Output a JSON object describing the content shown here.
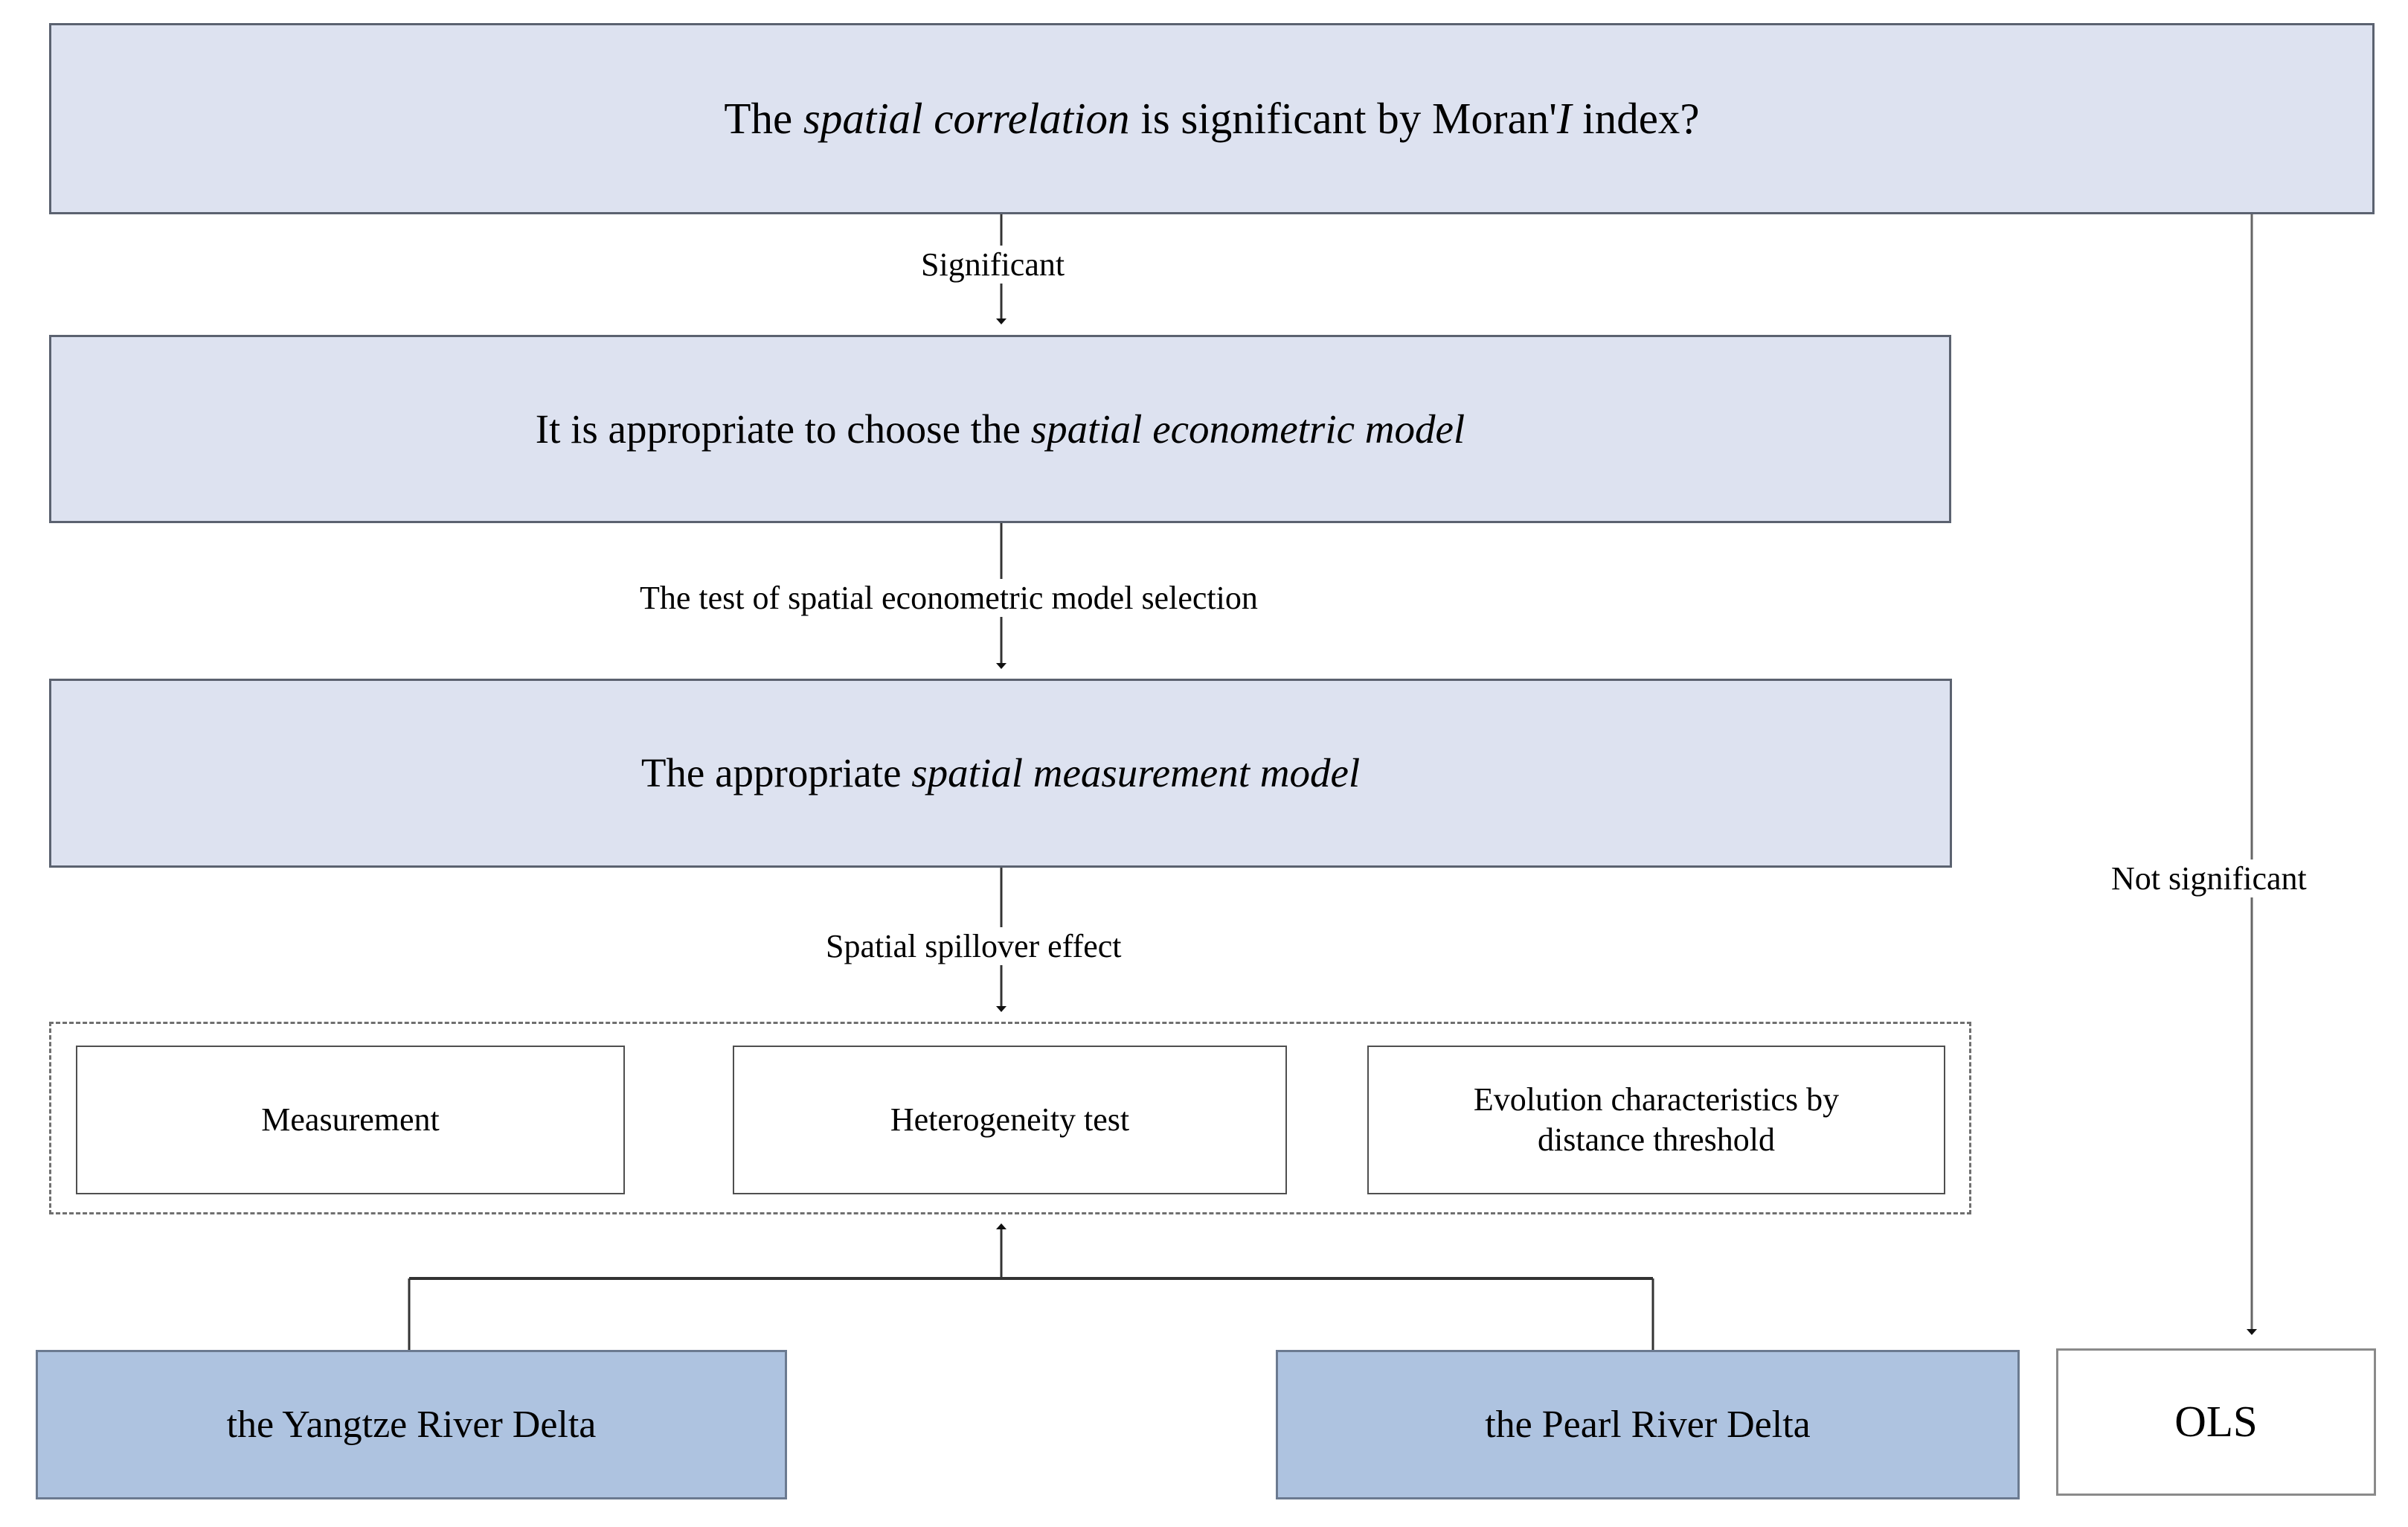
{
  "diagram": {
    "title": "Spatial econometric model selection flowchart",
    "colors": {
      "node_light_fill": "#dde2f0",
      "node_mid_fill": "#aec3e0",
      "node_border_dark": "#5b6270",
      "node_border_gray": "#8a8a8a",
      "dashed_border": "#6f6f6f",
      "line": "#333333",
      "background": "#ffffff",
      "text": "#000000"
    },
    "nodes": {
      "decision": {
        "text_part_1": "The ",
        "text_italic_1": "spatial correlation",
        "text_part_2": " is significant by Moran'",
        "text_italic_2": "I",
        "text_part_3": " index?"
      },
      "choose_model": {
        "text_part_1": "It is appropriate to choose the ",
        "text_italic_1": "spatial econometric model"
      },
      "appropriate_model": {
        "text_part_1": "The appropriate ",
        "text_italic_1": "spatial measurement model"
      },
      "ols": {
        "label": "OLS"
      },
      "yangtze": {
        "label": "the Yangtze River Delta"
      },
      "pearl": {
        "label": "the Pearl River Delta"
      },
      "analysis_group": {
        "items": [
          {
            "label": "Measurement"
          },
          {
            "label": "Heterogeneity test"
          },
          {
            "label_line_1": "Evolution characteristics by",
            "label_line_2": "distance threshold"
          }
        ]
      }
    },
    "edge_labels": {
      "significant": "Significant",
      "model_selection_test": "The test of spatial econometric model selection",
      "spatial_spillover": "Spatial spillover effect",
      "not_significant": "Not significant"
    }
  }
}
